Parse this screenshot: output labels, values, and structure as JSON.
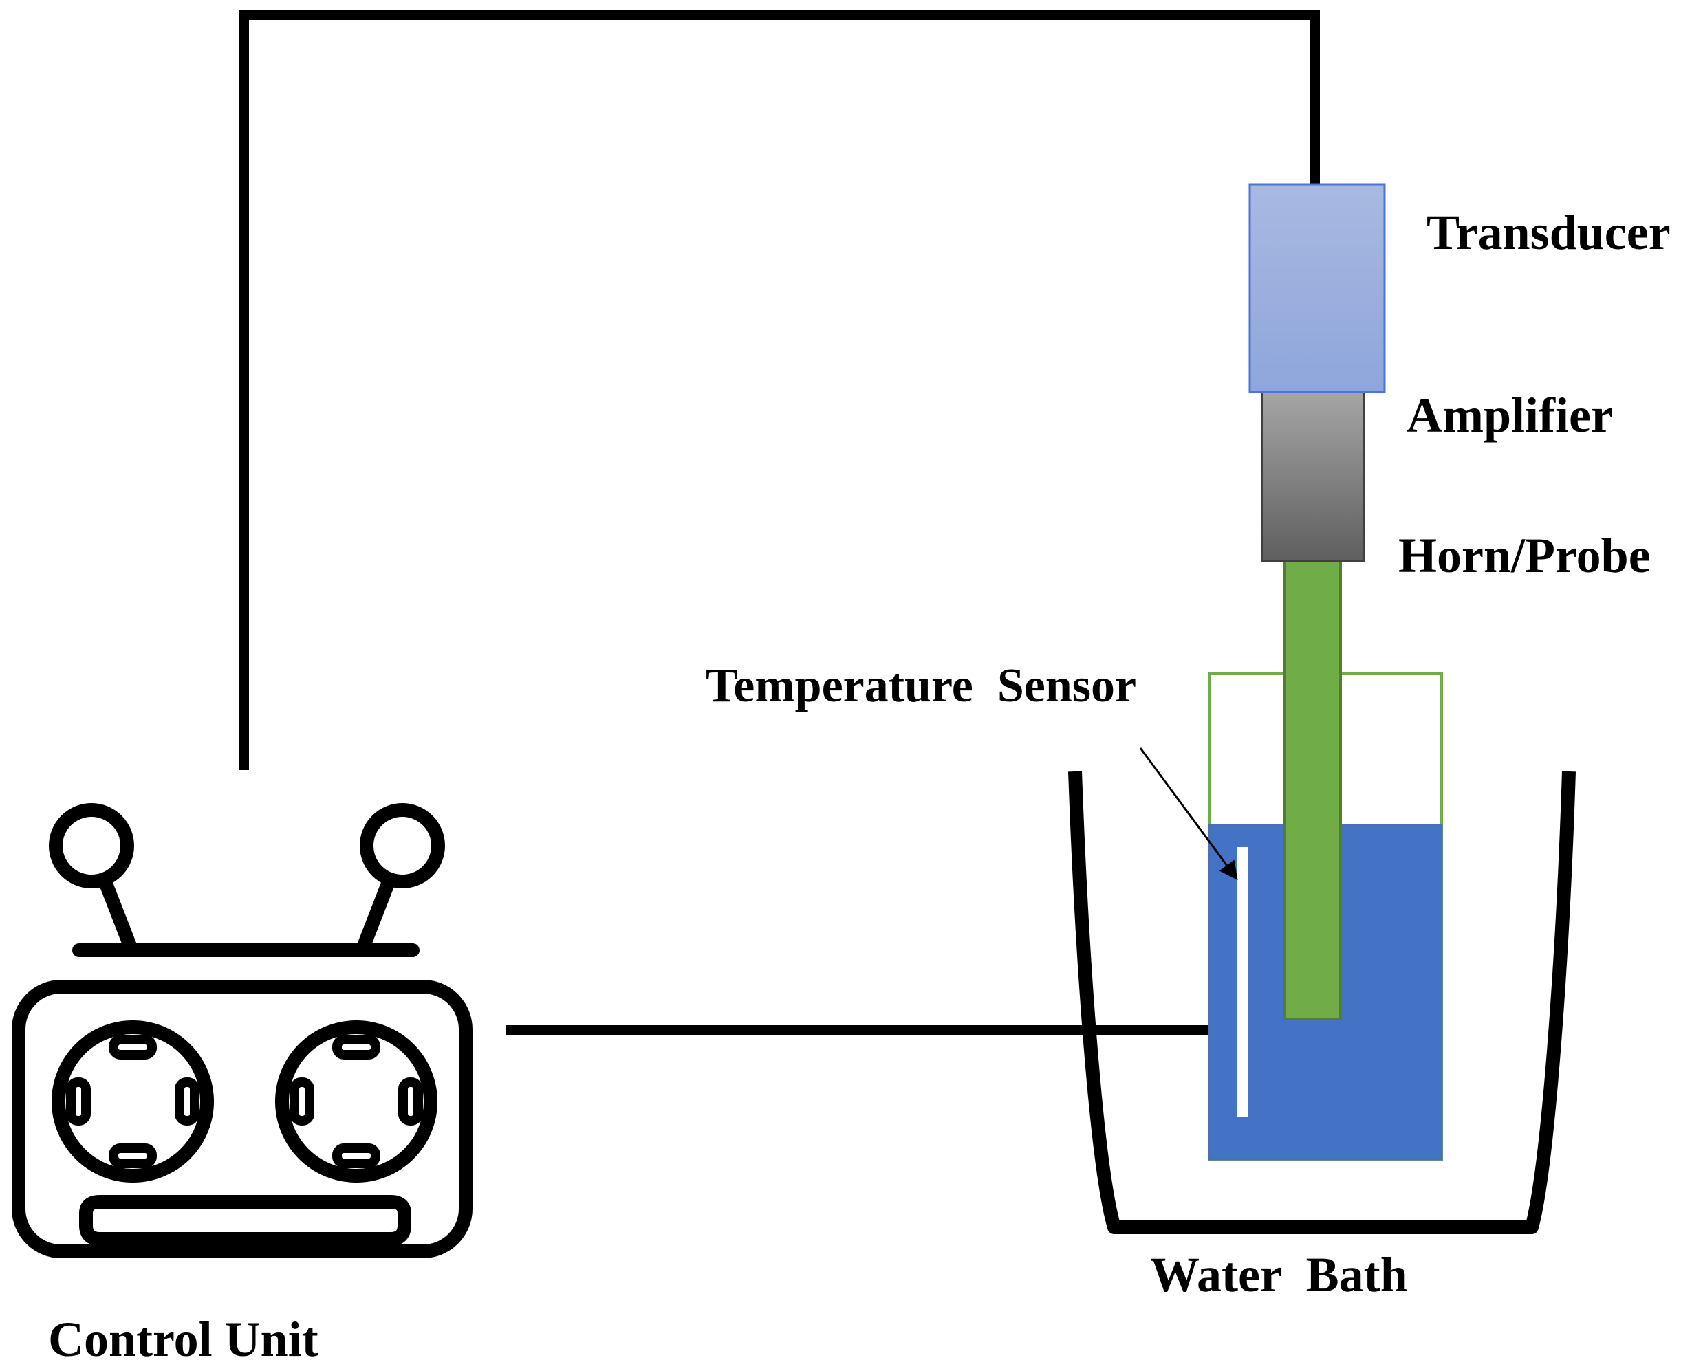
{
  "labels": {
    "transducer": "Transducer",
    "amplifier": "Amplifier",
    "horn_probe": "Horn/Probe",
    "temperature_sensor": "Temperature  Sensor",
    "water_bath": "Water  Bath",
    "control_unit": "Control Unit"
  },
  "colors": {
    "wire": "#000000",
    "transducer_fill_top": "#a9b9e0",
    "transducer_fill_bottom": "#8ea6dc",
    "transducer_stroke": "#4a74d6",
    "amplifier_fill_top": "#a6a6a6",
    "amplifier_fill_bottom": "#5f5f5f",
    "probe_fill": "#70ad47",
    "probe_stroke": "#507e32",
    "vessel_stroke": "#70ad47",
    "liquid_fill": "#4472c4",
    "sensor_fill": "#ffffff",
    "bath_stroke": "#000000"
  },
  "icons": {
    "control_unit": "control-unit-icon",
    "sensor_pointer": "arrow-pointer-icon"
  }
}
